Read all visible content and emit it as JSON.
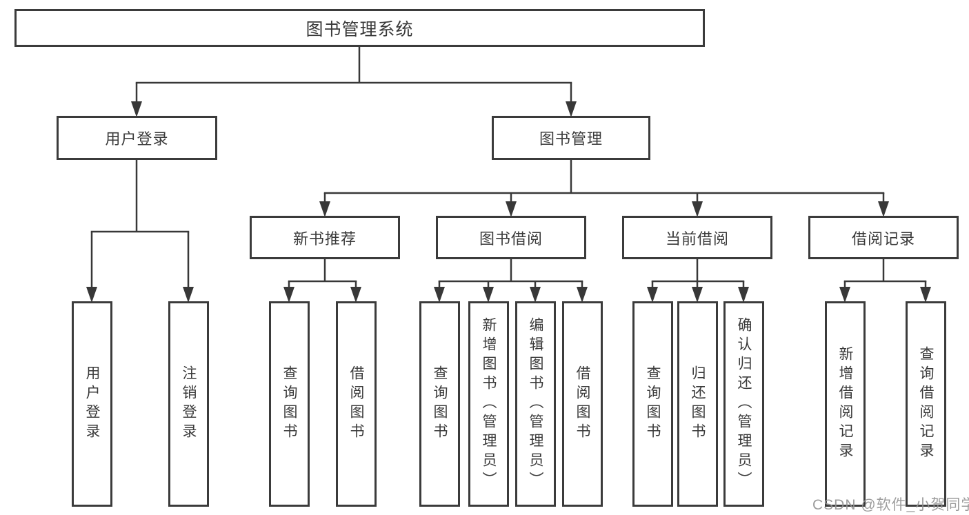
{
  "diagram_type": "hierarchy-tree",
  "tree": {
    "label": "图书管理系统",
    "children": [
      {
        "label": "用户登录",
        "children": [
          {
            "label": "用户登录"
          },
          {
            "label": "注销登录"
          }
        ]
      },
      {
        "label": "图书管理",
        "children": [
          {
            "label": "新书推荐",
            "children": [
              {
                "label": "查询图书"
              },
              {
                "label": "借阅图书"
              }
            ]
          },
          {
            "label": "图书借阅",
            "children": [
              {
                "label": "查询图书"
              },
              {
                "label": "新增图书（管理员）"
              },
              {
                "label": "编辑图书（管理员）"
              },
              {
                "label": "借阅图书"
              }
            ]
          },
          {
            "label": "当前借阅",
            "children": [
              {
                "label": "查询图书"
              },
              {
                "label": "归还图书"
              },
              {
                "label": "确认归还（管理员）"
              }
            ]
          },
          {
            "label": "借阅记录",
            "children": [
              {
                "label": "新增借阅记录"
              },
              {
                "label": "查询借阅记录"
              }
            ]
          }
        ]
      }
    ]
  },
  "colors": {
    "line": "#383838",
    "box_border": "#3b3b3b",
    "text": "#3a3a3a",
    "watermark": "#949494"
  },
  "watermark": {
    "text": "CSDN @软件_小贺同学"
  }
}
